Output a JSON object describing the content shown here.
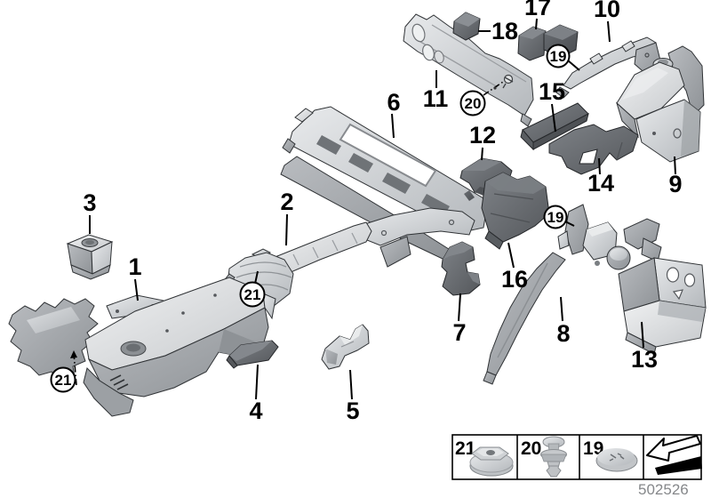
{
  "doc_number": "502526",
  "callouts": {
    "n1": "1",
    "n2": "2",
    "n3": "3",
    "n4": "4",
    "n5": "5",
    "n6": "6",
    "n7": "7",
    "n8": "8",
    "n9": "9",
    "n10": "10",
    "n11": "11",
    "n12": "12",
    "n13": "13",
    "n14": "14",
    "n15": "15",
    "n16": "16",
    "n17": "17",
    "n18": "18"
  },
  "circled_callouts": {
    "n19": "19",
    "n20": "20",
    "n21": "21"
  },
  "legend": {
    "items": [
      {
        "label": "21",
        "icon": "flanged-hex-nut-icon"
      },
      {
        "label": "20",
        "icon": "expanding-rivet-icon"
      },
      {
        "label": "19",
        "icon": "plastic-dome-nut-icon"
      },
      {
        "icon": "installation-direction-arrow-icon"
      }
    ]
  },
  "colors": {
    "background": "#ffffff",
    "part_light": "#d2d5d8",
    "part_mid": "#a8acb0",
    "part_dark": "#6d7176",
    "outline": "#2f3235",
    "callout_text": "#000000",
    "doc_number_text": "#85878a"
  }
}
